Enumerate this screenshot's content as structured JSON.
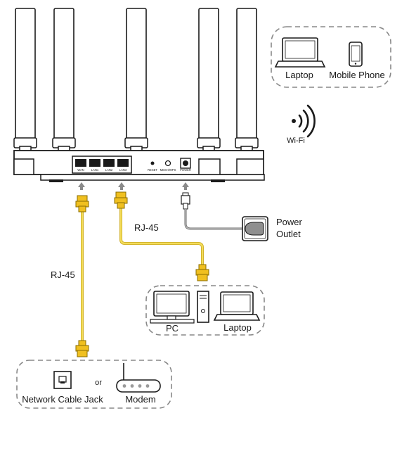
{
  "router": {
    "ports": [
      "WAN",
      "LAN1",
      "LAN2",
      "LAN3"
    ],
    "buttons": [
      "RESET",
      "MESH/WPS",
      "POWER"
    ]
  },
  "wireless_group": {
    "laptop": "Laptop",
    "phone": "Mobile Phone",
    "wifi": "Wi-Fi"
  },
  "power": {
    "outlet_line1": "Power",
    "outlet_line2": "Outlet"
  },
  "cables": {
    "lan_label": "RJ-45",
    "wan_label": "RJ-45"
  },
  "wired_group": {
    "pc": "PC",
    "laptop": "Laptop"
  },
  "wan_group": {
    "jack": "Network Cable Jack",
    "or": "or",
    "modem": "Modem"
  },
  "colors": {
    "cable": "#f3dc5a",
    "cable_dark": "#c9a81f",
    "connector": "#f0c020",
    "line": "#1a1a1a",
    "power_cable": "#888888",
    "dash": "#888888"
  }
}
